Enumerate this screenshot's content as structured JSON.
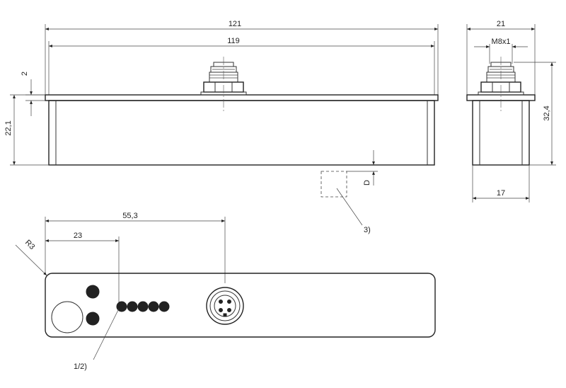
{
  "dimensions": {
    "overall_length": "121",
    "body_length": "119",
    "flange_thickness": "2",
    "body_height": "22,1",
    "side_width": "21",
    "thread": "M8x1",
    "total_height": "32,4",
    "body_depth": "17",
    "connector_offset": "55,3",
    "led_offset": "23",
    "corner_radius": "R3",
    "gap_label": "D"
  },
  "callouts": {
    "leds": "1/2)",
    "target": "3)"
  }
}
